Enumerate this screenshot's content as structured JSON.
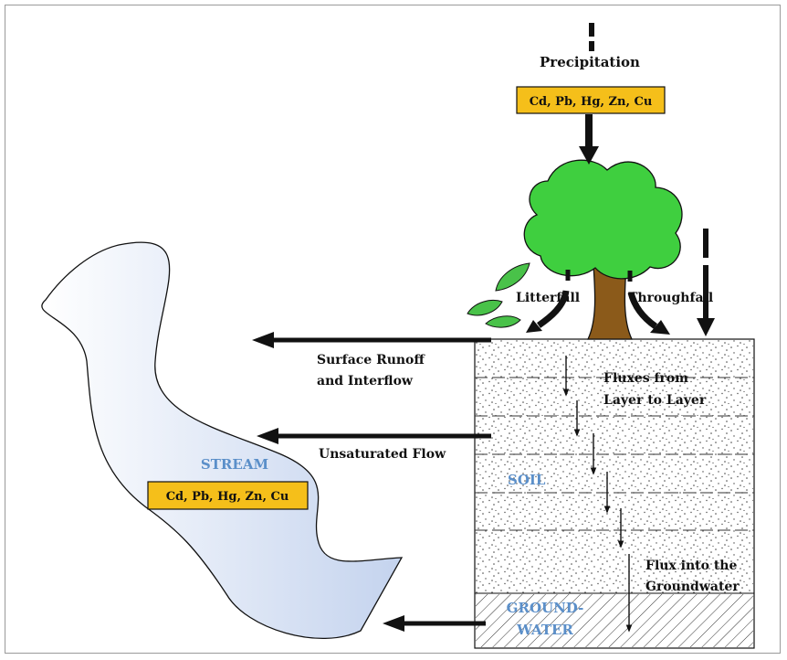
{
  "labels": {
    "precipitation": "Precipitation",
    "litterfall": "Litterfall",
    "throughfall": "Throughfall",
    "surface_runoff_1": "Surface Runoff",
    "surface_runoff_2": "and Interflow",
    "unsaturated_flow": "Unsaturated Flow",
    "fluxes_1": "Fluxes from",
    "fluxes_2": "Layer to Layer",
    "flux_gw_1": "Flux into the",
    "flux_gw_2": "Groundwater",
    "stream": "STREAM",
    "soil": "SOIL",
    "groundwater_1": "GROUND-",
    "groundwater_2": "WATER"
  },
  "metal_boxes": {
    "top": "Cd, Pb, Hg, Zn, Cu",
    "stream": "Cd, Pb, Hg, Zn, Cu"
  },
  "colors": {
    "metal_box_fill": "#f5bf1a",
    "tree_crown": "#3fcf3f",
    "trunk": "#8b5a1a",
    "leaf": "#49c249",
    "region_label": "#5b8fc9",
    "stream_fill": "#c9d6ee"
  }
}
